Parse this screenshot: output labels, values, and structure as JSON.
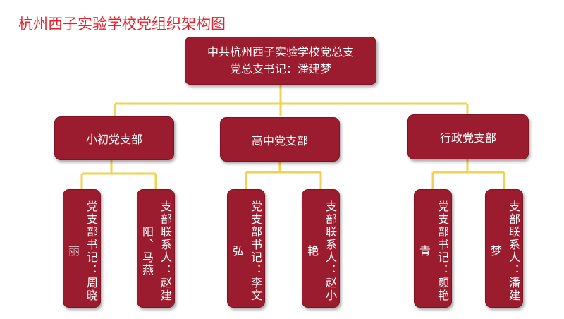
{
  "title": "杭州西子实验学校党组织架构图",
  "root": {
    "line1": "中共杭州西子实验学校党总支",
    "line2": "党总支书记：潘建梦"
  },
  "branches": [
    {
      "name": "小初党支部",
      "members": [
        {
          "text": "党支部书记：周晓丽"
        },
        {
          "text": "支部联系人：赵建阳、马燕"
        }
      ]
    },
    {
      "name": "高中党支部",
      "members": [
        {
          "text": "党支部书记：李文弘"
        },
        {
          "text": "支部联系人：赵小艳"
        }
      ]
    },
    {
      "name": "行政党支部",
      "members": [
        {
          "text": "党支部书记：颜艳青"
        },
        {
          "text": "支部联系人：潘建梦"
        }
      ]
    }
  ],
  "colors": {
    "box": "#9b1c2e",
    "line": "#f2d24f",
    "title": "#e8202a"
  }
}
